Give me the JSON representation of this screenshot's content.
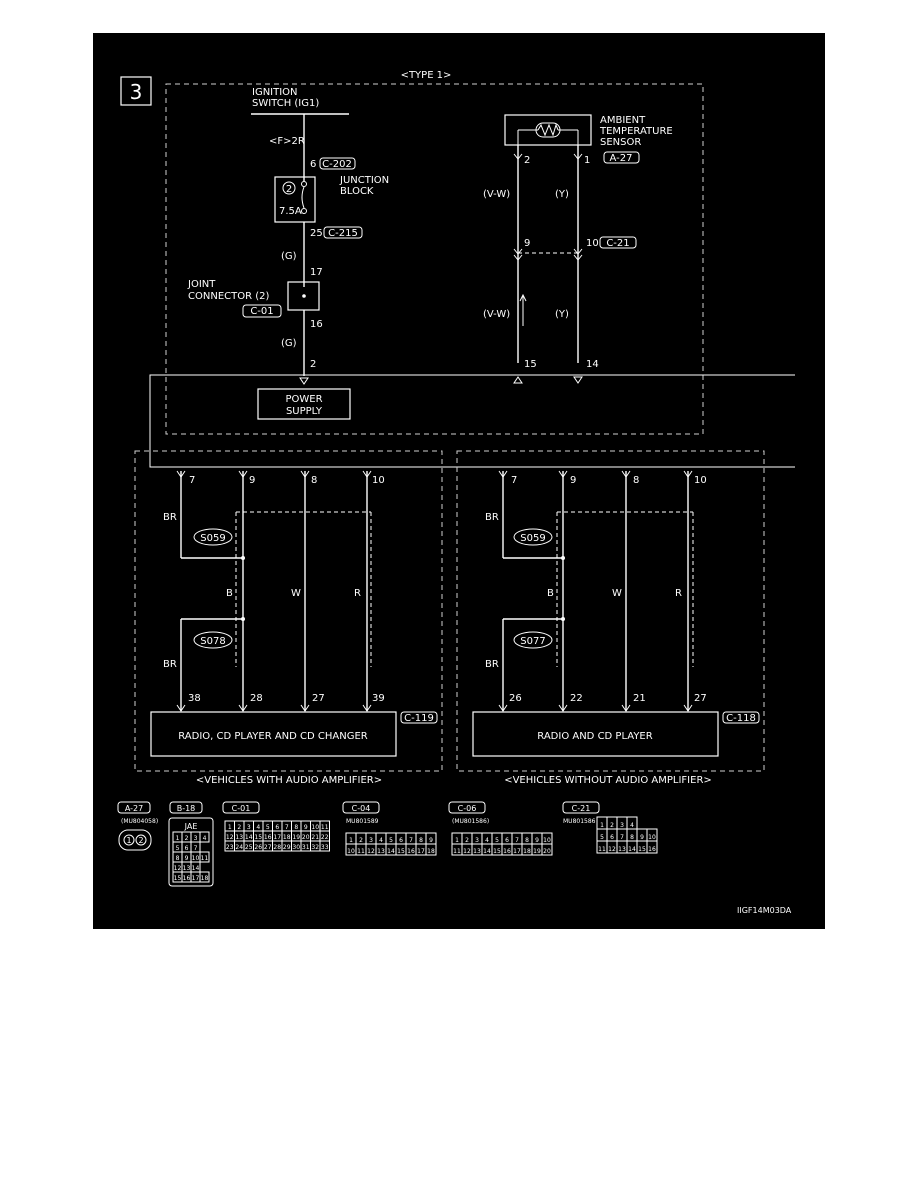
{
  "section_number": "3",
  "type_label": "<TYPE 1>",
  "figure_code": "IIGF14M03DA",
  "ignition": {
    "label_line1": "IGNITION",
    "label_line2": "SWITCH (IG1)",
    "wire_code": "<F>2R",
    "pin_top": "6",
    "connector_top": "C-202",
    "fuse_number": "2",
    "fuse_rating": "7.5A",
    "pin_bottom": "25",
    "connector_bottom": "C-215",
    "wire_color_1": "(G)",
    "joint_pin_in": "17",
    "joint_label_line1": "JOINT",
    "joint_label_line2": "CONNECTOR (2)",
    "joint_connector": "C-01",
    "joint_pin_out": "16",
    "wire_color_2": "(G)",
    "supply_pin": "2",
    "supply_line1": "POWER",
    "supply_line2": "SUPPLY"
  },
  "junction_block_line1": "JUNCTION",
  "junction_block_line2": "BLOCK",
  "ambient": {
    "label_line1": "AMBIENT",
    "label_line2": "TEMPERATURE",
    "label_line3": "SENSOR",
    "connector": "A-27",
    "pin_left": "2",
    "pin_right": "1",
    "wire_left_1": "(V-W)",
    "wire_right_1": "(Y)",
    "mid_pin_left": "9",
    "mid_pin_right": "10",
    "mid_connector": "C-21",
    "wire_left_2": "(V-W)",
    "wire_right_2": "(Y)",
    "bottom_pin_left": "15",
    "bottom_pin_right": "14"
  },
  "left_panel": {
    "top_pins": [
      "7",
      "9",
      "8",
      "10"
    ],
    "splice_1": "S059",
    "splice_2": "S078",
    "wire_br_1": "BR",
    "wire_br_2": "BR",
    "wire_b": "B",
    "wire_w": "W",
    "wire_r": "R",
    "bottom_pins": [
      "38",
      "28",
      "27",
      "39"
    ],
    "connector": "C-119",
    "unit_label": "RADIO, CD PLAYER AND CD CHANGER",
    "caption": "<VEHICLES WITH AUDIO AMPLIFIER>"
  },
  "right_panel": {
    "top_pins": [
      "7",
      "9",
      "8",
      "10"
    ],
    "splice_1": "S059",
    "splice_2": "S077",
    "wire_br_1": "BR",
    "wire_br_2": "BR",
    "wire_b": "B",
    "wire_w": "W",
    "wire_r": "R",
    "bottom_pins": [
      "26",
      "22",
      "21",
      "27"
    ],
    "connector": "C-118",
    "unit_label": "RADIO AND CD PLAYER",
    "caption": "<VEHICLES WITHOUT AUDIO AMPLIFIER>"
  },
  "connector_views": {
    "a27": {
      "title": "A-27",
      "part": "(MU804058)",
      "pins": [
        "1",
        "2"
      ]
    },
    "b18": {
      "title": "B-18",
      "part": "JAE"
    },
    "c01": {
      "title": "C-01"
    },
    "c04": {
      "title": "C-04",
      "part": "MU801589"
    },
    "c06": {
      "title": "C-06",
      "part": "(MU801586)"
    },
    "c21": {
      "title": "C-21",
      "part": "MU801586"
    }
  }
}
